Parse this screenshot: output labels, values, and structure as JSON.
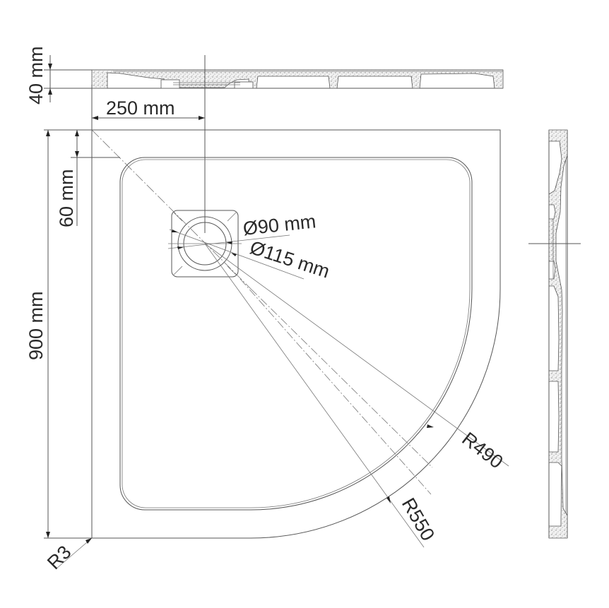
{
  "drawing": {
    "title": "Quarter-round shower tray technical drawing",
    "dimensions": {
      "height": "40 mm",
      "drain_offset": "250 mm",
      "side_length": "900 mm",
      "rim_width": "60 mm",
      "drain_inner_diameter": "Ø90 mm",
      "drain_outer_diameter": "Ø115 mm",
      "inner_radius": "R490",
      "outer_radius": "R550",
      "corner_radius": "R3"
    },
    "views": [
      "top-section-view",
      "plan-view",
      "side-section-view"
    ],
    "colors": {
      "line": "#555555",
      "text": "#2a2a2a",
      "background": "#ffffff"
    }
  }
}
